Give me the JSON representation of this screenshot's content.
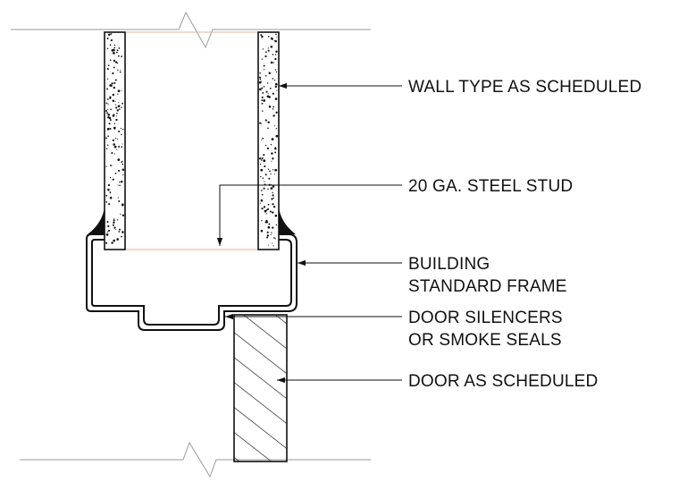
{
  "labels": {
    "wall_type": "WALL TYPE AS SCHEDULED",
    "steel_stud": "20 GA. STEEL STUD",
    "frame_line1": "BUILDING",
    "frame_line2": "STANDARD FRAME",
    "silencers_line1": "DOOR SILENCERS",
    "silencers_line2": "OR SMOKE SEALS",
    "door": "DOOR AS SCHEDULED"
  },
  "colors": {
    "line": "#111111",
    "break_line": "#9a9a9a",
    "stud_outline": "#e0b0a0"
  }
}
